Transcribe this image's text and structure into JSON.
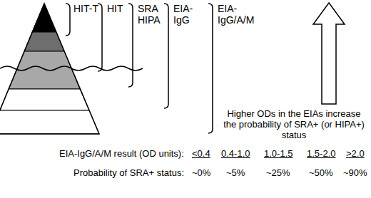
{
  "diagram": {
    "labels": [
      "HIT-T",
      "HIT",
      "SRA HIPA",
      "EIA- IgG",
      "EIA- IgG/A/M",
      "Higher ODs in the EIAs increase the probability of SRA+ (or HIPA+) status",
      "EIA-IgG/A/M result (OD units):",
      "<0.4",
      "0.4-1.0",
      "1.0-1.5",
      "1.5-2.0",
      ">2.0",
      "Probability of SRA+ status:",
      "~0%",
      "~5%",
      "~25%",
      "~50%",
      "~90%"
    ]
  }
}
